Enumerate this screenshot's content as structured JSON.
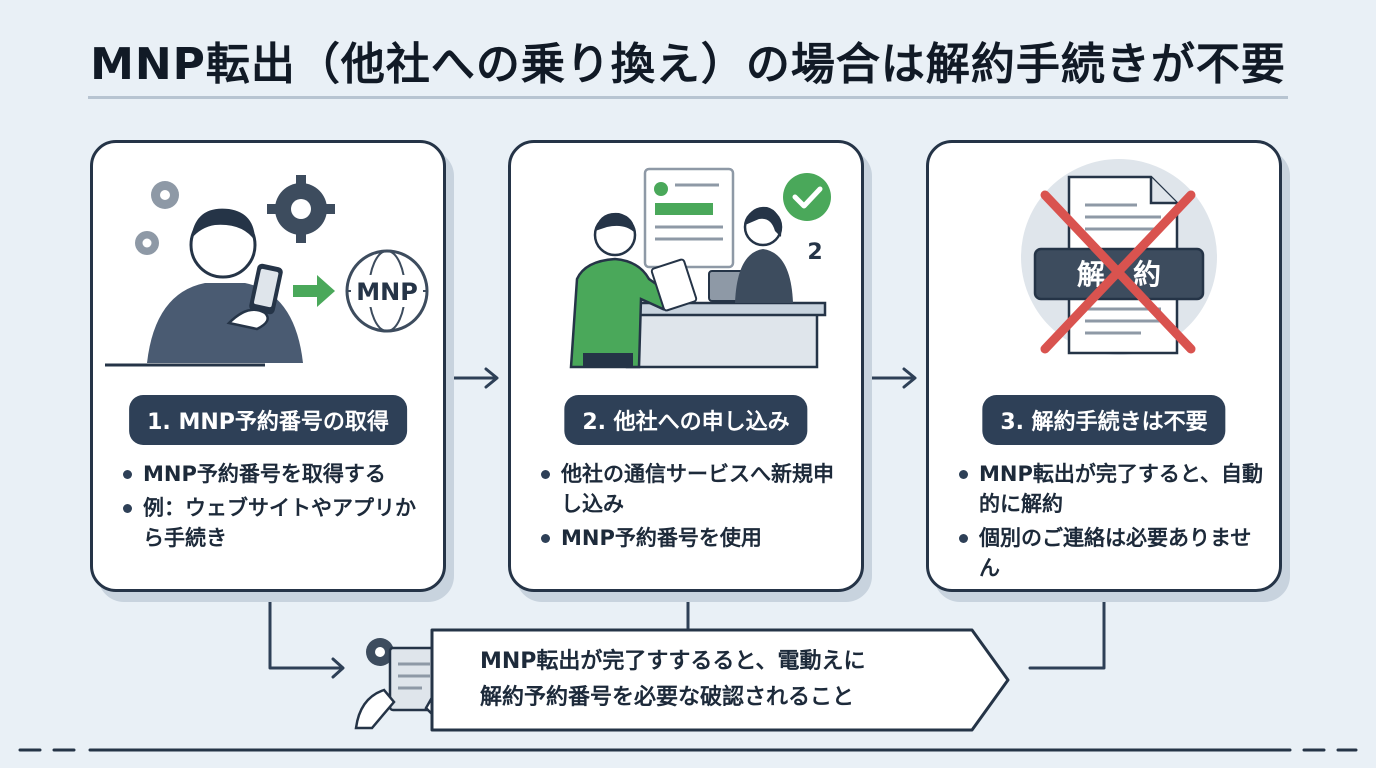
{
  "title": "MNP転出（他社への乗り換え）の場合は解約手続きが不要",
  "steps": [
    {
      "label": "1. MNP予約番号の取得",
      "bullets": [
        "MNP予約番号を取得する",
        "例：ウェブサイトやアプリから手続き"
      ],
      "illustration_text": "MNP"
    },
    {
      "label": "2. 他社への申し込み",
      "bullets": [
        "他社の通信サービスへ新規申し込み",
        "MNP予約番号を使用"
      ],
      "illustration_text": "2"
    },
    {
      "label": "3. 解約手続きは不要",
      "bullets": [
        "MNP転出が完了すると、自動的に解約",
        "個別のご連絡は必要ありません"
      ],
      "illustration_text": "解　約"
    }
  ],
  "note": {
    "line1": "MNP転出が完了すするると、電動えに",
    "line2": "解約予約番号を必要な破認されること"
  },
  "colors": {
    "background": "#e9f0f6",
    "card_border": "#253447",
    "label_bg": "#2e4057",
    "accent_green": "#4aa85a",
    "cross_red": "#d9534f"
  }
}
